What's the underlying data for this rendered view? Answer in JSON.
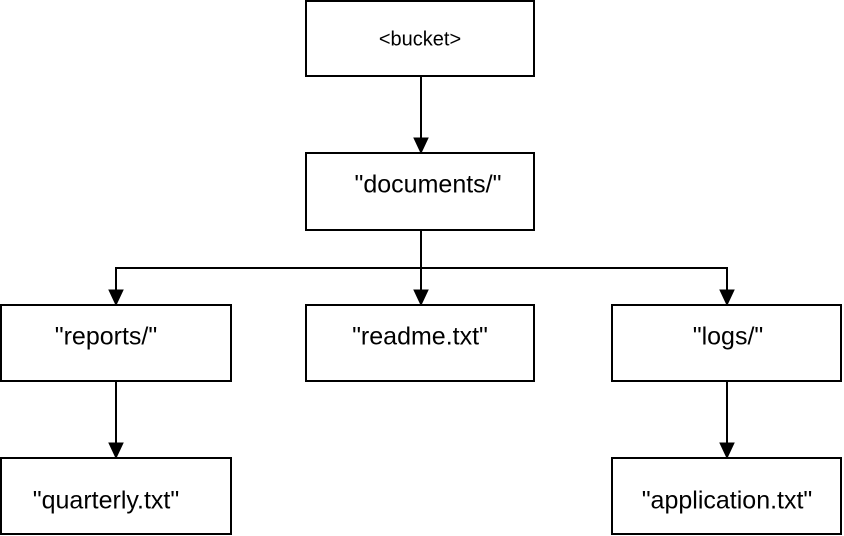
{
  "nodes": {
    "bucket": {
      "label": "<bucket>"
    },
    "documents": {
      "label": "\"documents/\""
    },
    "reports": {
      "label": "\"reports/\""
    },
    "readme": {
      "label": "\"readme.txt\""
    },
    "logs": {
      "label": "\"logs/\""
    },
    "quarterly": {
      "label": "\"quarterly.txt\""
    },
    "application": {
      "label": "\"application.txt\""
    }
  },
  "edges": [
    {
      "from": "bucket",
      "to": "documents"
    },
    {
      "from": "documents",
      "to": "reports"
    },
    {
      "from": "documents",
      "to": "readme"
    },
    {
      "from": "documents",
      "to": "logs"
    },
    {
      "from": "reports",
      "to": "quarterly"
    },
    {
      "from": "logs",
      "to": "application"
    }
  ],
  "colors": {
    "stroke": "#000000",
    "fill": "#ffffff",
    "text": "#000000"
  }
}
